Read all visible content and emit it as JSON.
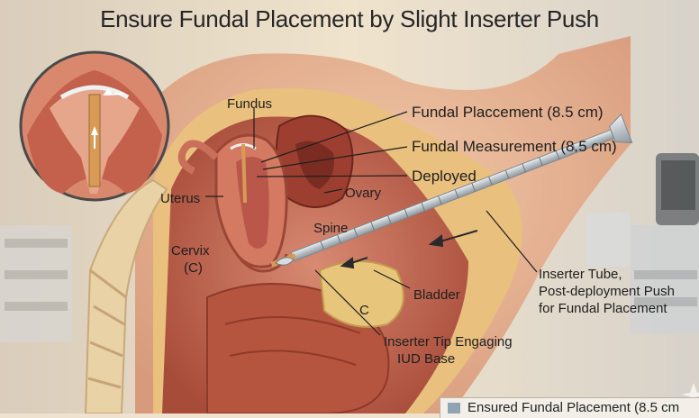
{
  "title": "Ensure Fundal Placement by Slight Inserter Push",
  "labels": {
    "fundus": "Fundus",
    "fundal_placement": "Fundal Placcement (8.5 cm)",
    "fundal_measurement": "Fundal Measurement (8.5 cm)",
    "deployed": "Deployed",
    "uterus": "Uterus",
    "ovary": "Ovary",
    "spine": "Spine",
    "cervix_line1": "Cervix",
    "cervix_line2": "(C)",
    "bladder": "Bladder",
    "c_marker": "C",
    "inserter_tube_line1": "Inserter Tube,",
    "inserter_tube_line2": "Post-deployment Push",
    "inserter_tube_line3": "for Fundal Placement",
    "tip_line1": "Inserter Tip Engaging",
    "tip_line2": "IUD Base"
  },
  "legend": {
    "text": "Ensured Fundal Placement (8.5 cm",
    "swatch_color": "#8fa3b3"
  },
  "colors": {
    "background": "#efe3cf",
    "tissue": "#c9705a",
    "inserter": "#c8d0d4"
  }
}
